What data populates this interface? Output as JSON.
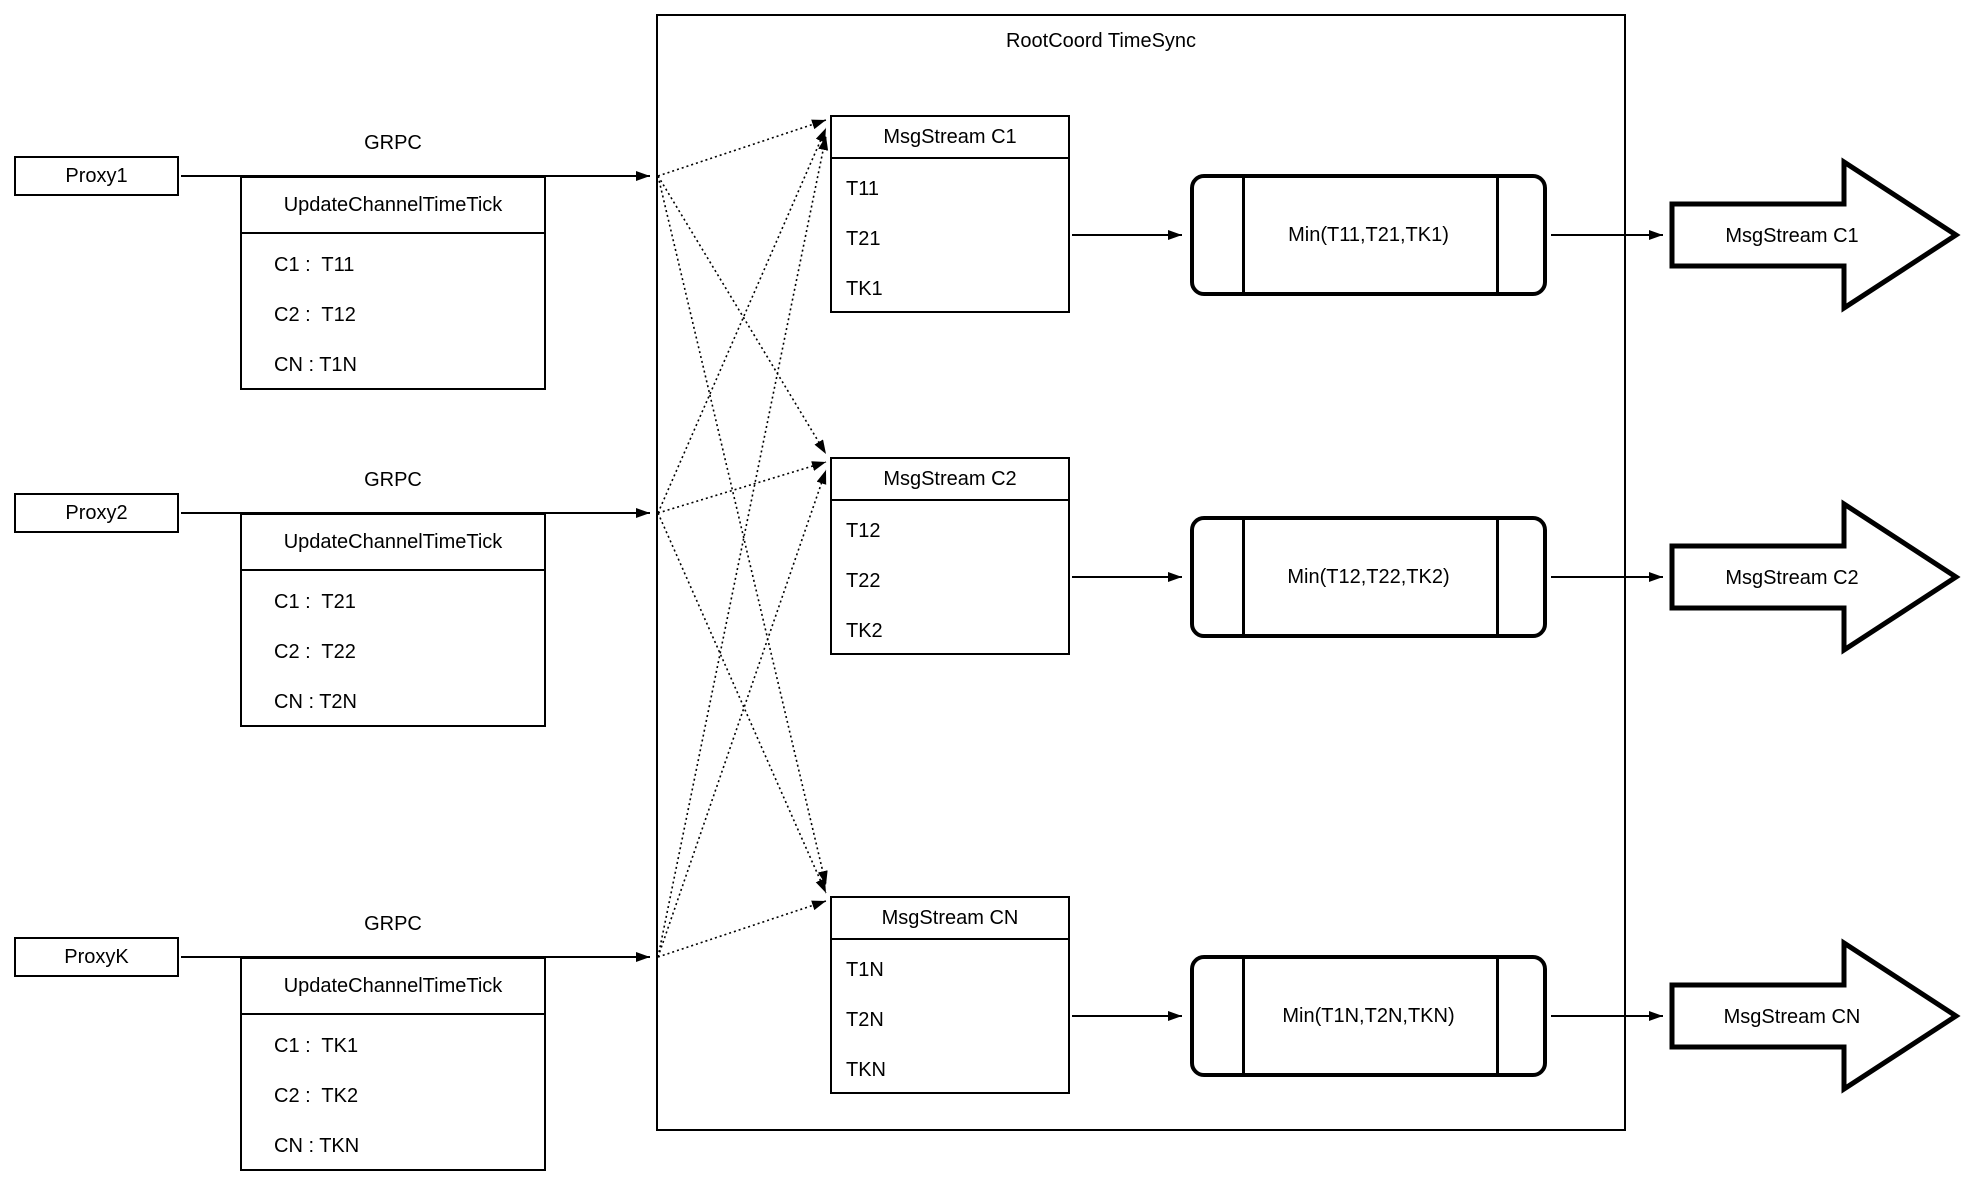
{
  "diagram": {
    "background_color": "#ffffff",
    "line_color": "#000000",
    "rootcoord": {
      "title": "RootCoord TimeSync"
    },
    "proxies": [
      {
        "label": "Proxy1",
        "grpc_label": "GRPC",
        "table": {
          "header": "UpdateChannelTimeTick",
          "rows": [
            "C1 :  T11",
            "C2 :  T12",
            "CN : T1N"
          ]
        }
      },
      {
        "label": "Proxy2",
        "grpc_label": "GRPC",
        "table": {
          "header": "UpdateChannelTimeTick",
          "rows": [
            "C1 :  T21",
            "C2 :  T22",
            "CN : T2N"
          ]
        }
      },
      {
        "label": "ProxyK",
        "grpc_label": "GRPC",
        "table": {
          "header": "UpdateChannelTimeTick",
          "rows": [
            "C1 :  TK1",
            "C2 :  TK2",
            "CN : TKN"
          ]
        }
      }
    ],
    "streams": [
      {
        "table": {
          "header": "MsgStream C1",
          "rows": [
            "T11",
            "T21",
            "TK1"
          ]
        },
        "min_label": "Min(T11,T21,TK1)",
        "output_label": "MsgStream C1"
      },
      {
        "table": {
          "header": "MsgStream C2",
          "rows": [
            "T12",
            "T22",
            "TK2"
          ]
        },
        "min_label": "Min(T12,T22,TK2)",
        "output_label": "MsgStream C2"
      },
      {
        "table": {
          "header": "MsgStream CN",
          "rows": [
            "T1N",
            "T2N",
            "TKN"
          ]
        },
        "min_label": "Min(T1N,T2N,TKN)",
        "output_label": "MsgStream CN"
      }
    ]
  }
}
